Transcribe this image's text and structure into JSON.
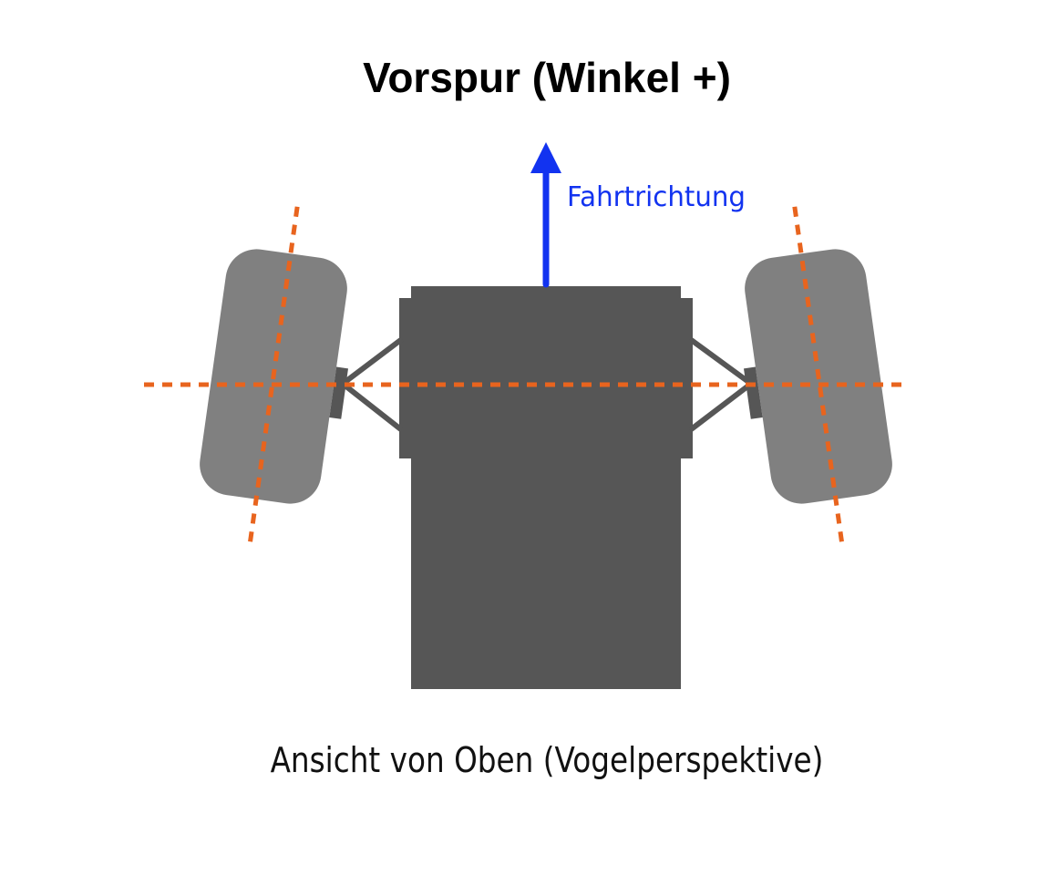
{
  "title": "Vorspur (Winkel +)",
  "direction_label": "Fahrtrichtung",
  "caption": "Ansicht von Oben (Vogelperspektive)",
  "colors": {
    "chassis": "#565656",
    "wheel": "#808080",
    "axle_line": "#E8641E",
    "direction_arrow": "#1233F0",
    "text": "#000000"
  },
  "icons": {
    "direction": "arrow-up-icon"
  }
}
